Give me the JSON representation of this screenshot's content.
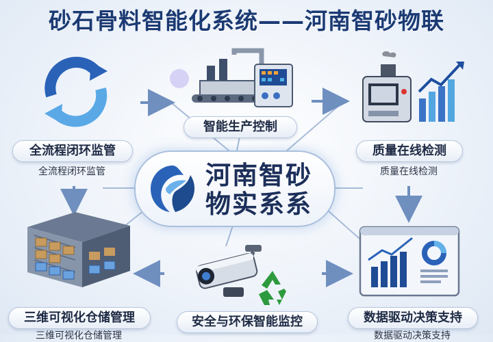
{
  "title": "砂石骨料智能化系统——河南智砂物联",
  "center": {
    "line1": "河南智砂",
    "line2": "物实系系"
  },
  "nodes": {
    "production": {
      "label": "智能生产控制"
    },
    "quality": {
      "label": "质量在线检测",
      "sub": "质量在线检测"
    },
    "loop": {
      "label": "全流程闭环监管",
      "sub": "全流程闭环监管"
    },
    "warehouse": {
      "label": "三维可视化仓储管理",
      "sub": "三维可视化仓储管理"
    },
    "safety": {
      "label": "安全与环保智能监控"
    },
    "decision": {
      "label": "数据驱动决策支持",
      "sub": "数据驱动决策支持"
    }
  },
  "icons": {
    "loop": "cycle-arrows-icon",
    "production": "factory-machine-icon",
    "quality": "inspection-monitor-icon",
    "warehouse": "warehouse-icon",
    "safety": "security-camera-icon",
    "recycle": "recycle-icon",
    "decision": "dashboard-screen-icon",
    "center": "brand-logo-icon"
  },
  "colors": {
    "title": "#1b3a73",
    "accent": "#2a62b8",
    "green": "#2e9a3e"
  }
}
